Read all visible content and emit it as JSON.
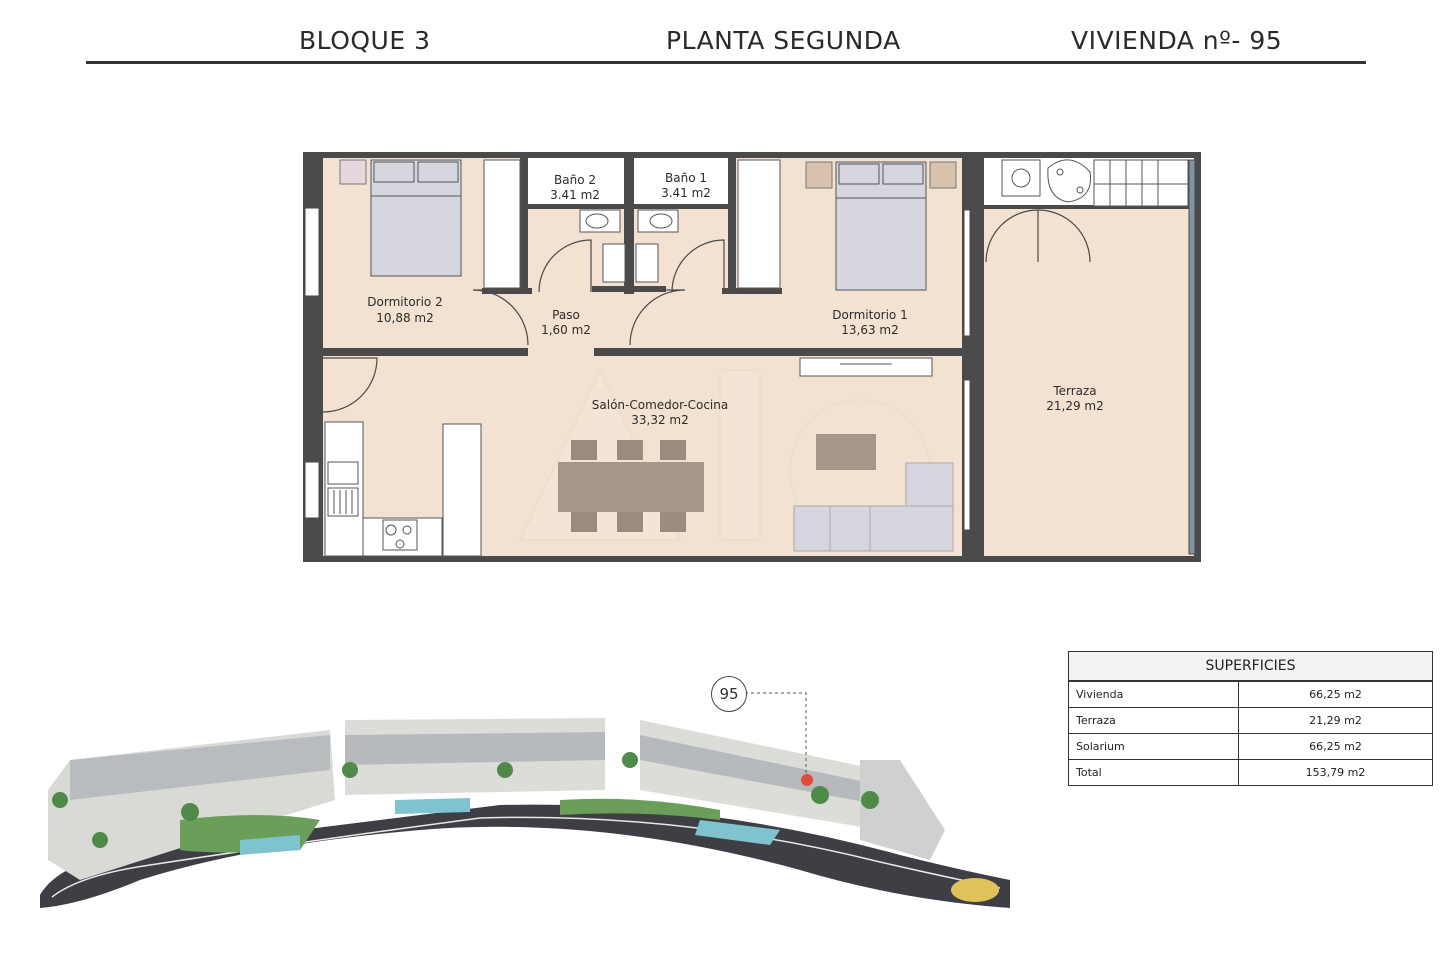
{
  "header": {
    "bloque": "BLOQUE 3",
    "planta": "PLANTA SEGUNDA",
    "vivienda": "VIVIENDA nº- 95"
  },
  "rooms": {
    "dormitorio2": {
      "name": "Dormitorio 2",
      "area": "10,88 m2"
    },
    "bano2": {
      "name": "Baño 2",
      "area": "3.41 m2"
    },
    "bano1": {
      "name": "Baño 1",
      "area": "3.41 m2"
    },
    "paso": {
      "name": "Paso",
      "area": "1,60 m2"
    },
    "dormitorio1": {
      "name": "Dormitorio 1",
      "area": "13,63 m2"
    },
    "salon": {
      "name": "Salón-Comedor-Cocina",
      "area": "33,32 m2"
    },
    "terraza": {
      "name": "Terraza",
      "area": "21,29 m2"
    }
  },
  "superficies": {
    "title": "SUPERFICIES",
    "rows": [
      {
        "label": "Vivienda",
        "value": "66,25 m2"
      },
      {
        "label": "Terraza",
        "value": "21,29 m2"
      },
      {
        "label": "Solarium",
        "value": "66,25 m2"
      },
      {
        "label": "Total",
        "value": "153,79 m2"
      }
    ]
  },
  "location_marker": "95",
  "colors": {
    "floor": "#f3e2d2",
    "wall": "#4a4a4a",
    "bed": "#d6d6de",
    "furniture": "#a8958a"
  }
}
